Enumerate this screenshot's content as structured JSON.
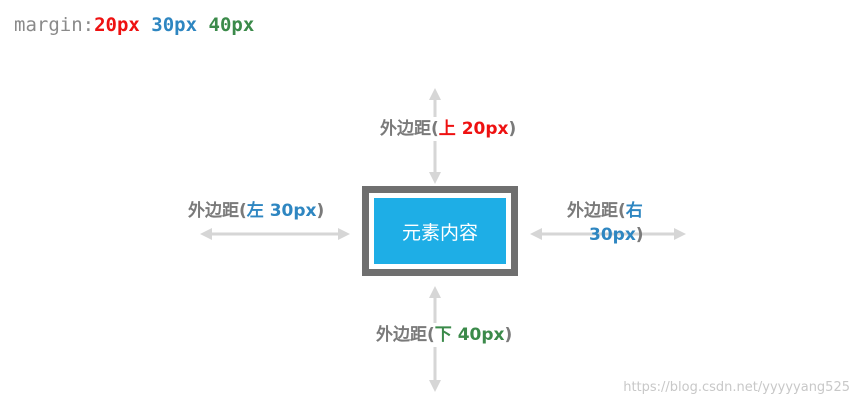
{
  "code": {
    "property": "margin:",
    "values": [
      "20px",
      "30px",
      "40px"
    ]
  },
  "labels": {
    "prefix": "外边距(",
    "suffix": ")",
    "top": {
      "side": "上",
      "value": " 20px"
    },
    "left": {
      "side": "左",
      "value": " 30px"
    },
    "right": {
      "side": "右",
      "value": "30px"
    },
    "bottom": {
      "side": "下",
      "value": " 40px"
    }
  },
  "element": {
    "label": "元素内容"
  },
  "watermark": "https://blog.csdn.net/yyyyyang525",
  "colors": {
    "top": "#ee1111",
    "horizontal": "#2e86c1",
    "bottom": "#3b8a4a",
    "label": "#7a7a7a",
    "border": "#6f6f6f",
    "content": "#1eaee6",
    "arrow": "#d6d6d6"
  }
}
